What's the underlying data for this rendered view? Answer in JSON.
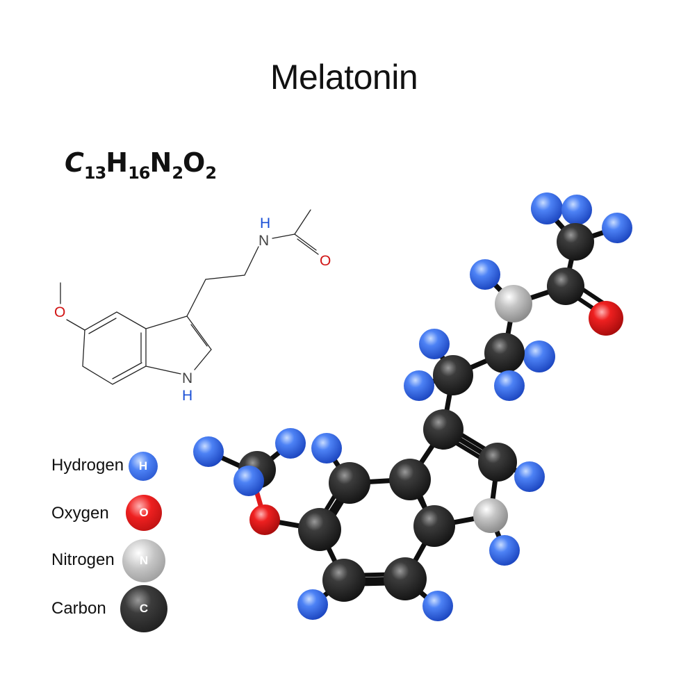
{
  "title": "Melatonin",
  "formula": {
    "parts": [
      {
        "element": "C",
        "count": "13"
      },
      {
        "element": "H",
        "count": "16"
      },
      {
        "element": "N",
        "count": "2"
      },
      {
        "element": "O",
        "count": "2"
      }
    ]
  },
  "structure_labels": {
    "amide_h": "H",
    "amide_n": "N",
    "carbonyl_o": "O",
    "methoxy_o": "O",
    "ring_n": "N",
    "ring_h": "H"
  },
  "legend": [
    {
      "label": "Hydrogen",
      "symbol": "H",
      "color": "#3a6ff0"
    },
    {
      "label": "Oxygen",
      "symbol": "O",
      "color": "#e01a1a"
    },
    {
      "label": "Nitrogen",
      "symbol": "N",
      "color": "#b8b8b8"
    },
    {
      "label": "Carbon",
      "symbol": "C",
      "color": "#2e2e2e"
    }
  ],
  "colors": {
    "hydrogen": "#3a6ff0",
    "oxygen": "#e01a1a",
    "nitrogen": "#b8b8b8",
    "carbon": "#2e2e2e",
    "bond": "#111111",
    "label_blue": "#1a4fd6",
    "label_red": "#d11414"
  }
}
